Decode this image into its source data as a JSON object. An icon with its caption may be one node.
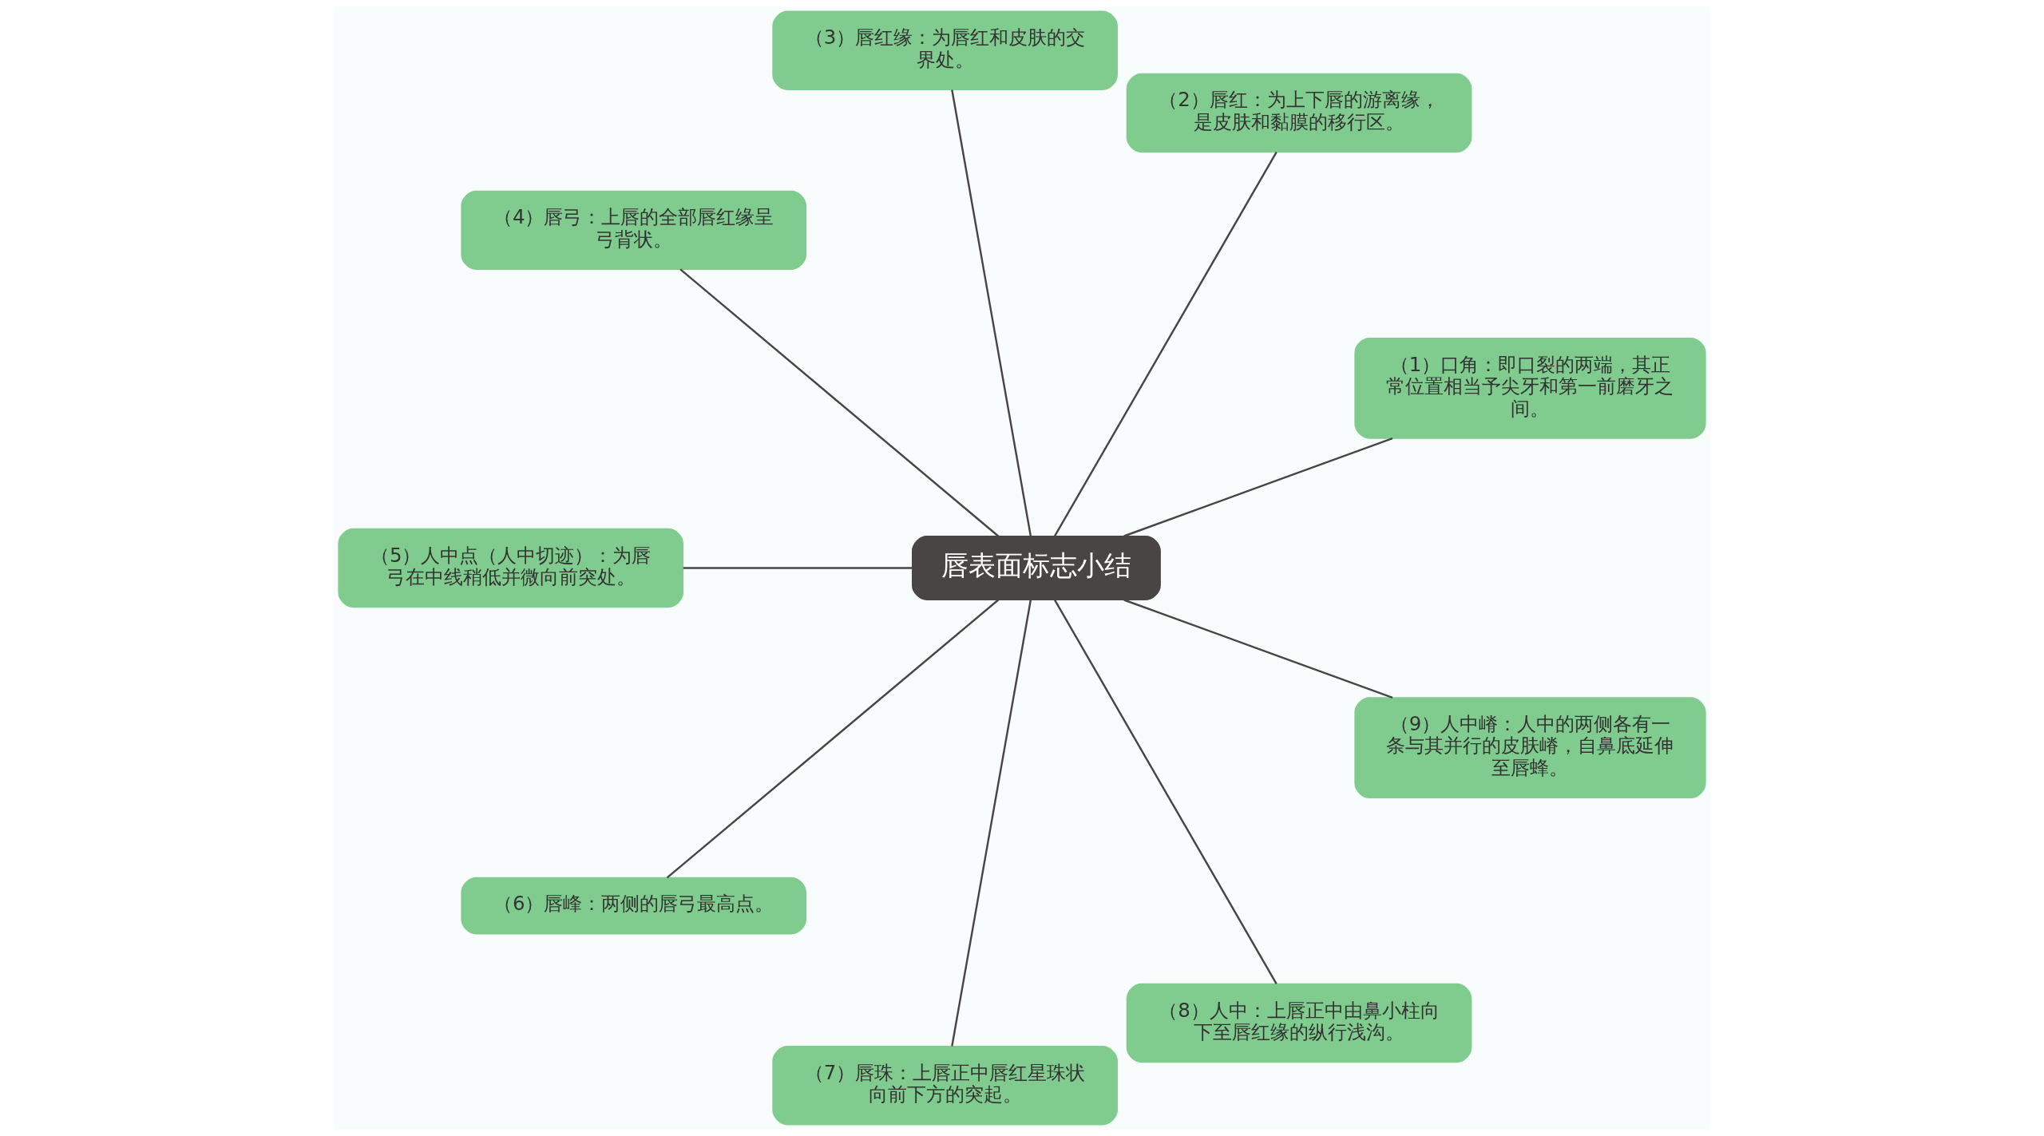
{
  "diagram": {
    "nodes": [
      {
        "text": [
          "唇表面标志小结"
        ]
      },
      {
        "text": [
          "（1）口角：即口裂的两端，其正常位置相当予尖牙和第一前磨牙之间。"
        ]
      },
      {
        "text": [
          "（2）唇红：为上下唇的游离缘，是皮肤和黏膜的移行区。"
        ]
      },
      {
        "text": [
          "（3）唇红缘：为唇红和皮肤的交界处。"
        ]
      },
      {
        "text": [
          "（4）唇弓：上唇的全部唇红缘呈弓背状。"
        ]
      },
      {
        "text": [
          "（5）人中点（人中切迹）：为唇弓在中线稍低并微向前突处。"
        ]
      },
      {
        "text": [
          "（6）唇峰：两侧的唇弓最高点。"
        ]
      },
      {
        "text": [
          "（7）唇珠：上唇正中唇红星珠状向前下方的突起。"
        ]
      },
      {
        "text": [
          "（8）人中：上唇正中由鼻小柱向下至唇红缘的纵行浅沟。"
        ]
      },
      {
        "text": [
          "（9）人中嵴：人中的两侧各有一条与其并行的皮肤嵴，自鼻底延伸至唇蜂。"
        ]
      }
    ],
    "edges": [
      {
        "from": 0,
        "to": 1,
        "arrow": "none"
      },
      {
        "from": 0,
        "to": 2,
        "arrow": "none"
      },
      {
        "from": 0,
        "to": 3,
        "arrow": "none"
      },
      {
        "from": 0,
        "to": 4,
        "arrow": "none"
      },
      {
        "from": 0,
        "to": 5,
        "arrow": "none"
      },
      {
        "from": 0,
        "to": 6,
        "arrow": "none"
      },
      {
        "from": 0,
        "to": 7,
        "arrow": "none"
      },
      {
        "from": 0,
        "to": 8,
        "arrow": "none"
      },
      {
        "from": 0,
        "to": 9,
        "arrow": "none"
      }
    ]
  }
}
